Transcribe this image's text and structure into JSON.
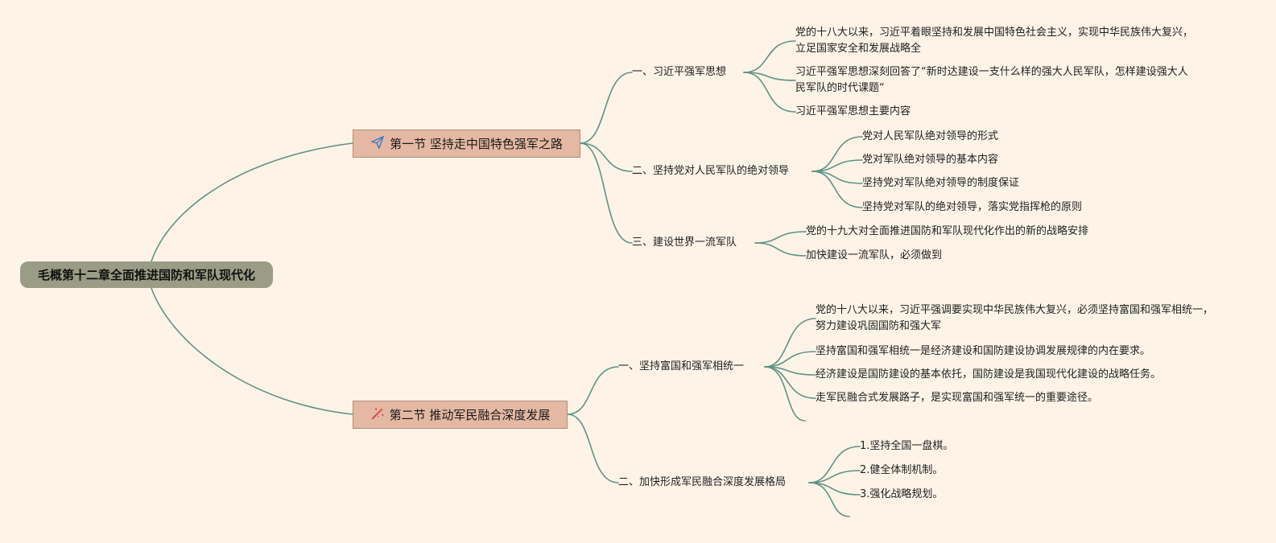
{
  "root": "毛概第十二章全面推进国防和军队现代化",
  "colors": {
    "background": "#fdf3e7",
    "edge": "#5f9486",
    "root": "#9a9c85",
    "section": "#e5b8a3"
  },
  "sections": [
    {
      "title": "第一节 坚持走中国特色强军之路",
      "icon": "paper-plane-icon",
      "topics": [
        {
          "title": "一、习近平强军思想",
          "items": [
            "党的十八大以来，习近平着眼坚持和发展中国特色社会主义，实现中华民族伟大复兴，立足国家安全和发展战略全",
            "习近平强军思想深刻回答了“新时达建设一支什么样的强大人民军队，怎样建设强大人民军队的时代课题“",
            "习近平强军思想主要内容"
          ]
        },
        {
          "title": "二、坚持党对人民军队的绝对领导",
          "items": [
            "党对人民军队绝对领导的形式",
            "党对军队绝对领导的基本内容",
            "坚持党对军队绝对领导的制度保证",
            "坚持党对军队的绝对领导，落实党指挥枪的原则"
          ]
        },
        {
          "title": "三、建设世界一流军队",
          "items": [
            "党的十九大对全面推进国防和军队现代化作出的新的战略安排",
            "加快建设一流军队，必须做到"
          ]
        }
      ]
    },
    {
      "title": "第二节 推动军民融合深度发展",
      "icon": "sparkle-icon",
      "topics": [
        {
          "title": "一、坚持富国和强军相统一",
          "items": [
            "党的十八大以来，习近平强调要实现中华民族伟大复兴，必须坚持富国和强军相统一，努力建设巩固国防和强大军",
            "坚持富国和强军相统一是经济建设和国防建设协调发展规律的内在要求。",
            "经济建设是国防建设的基本依托，国防建设是我国现代化建设的战略任务。",
            "走军民融合式发展路子，是实现富国和强军统一的重要途径。",
            ""
          ]
        },
        {
          "title": "二、加快形成军民融合深度发展格局",
          "items": [
            "1.坚持全国一盘棋。",
            "2.健全体制机制。",
            "3.强化战略规划。",
            ""
          ]
        }
      ]
    }
  ]
}
